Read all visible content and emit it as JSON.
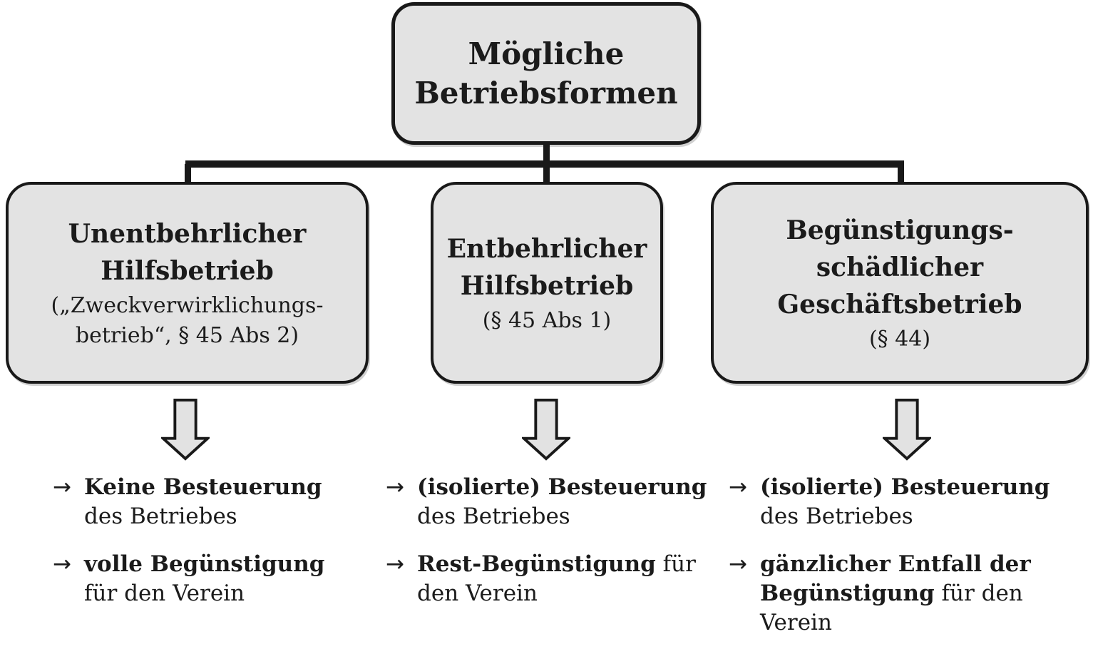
{
  "root": {
    "title": "Mögliche\nBetriebsformen"
  },
  "nodes": [
    {
      "title": "Unentbehrlicher\nHilfsbetrieb",
      "subtitle": "(„Zweckverwirklichungs-\nbetrieb“, § 45 Abs 2)"
    },
    {
      "title": "Entbehrlicher\nHilfsbetrieb",
      "subtitle": "(§ 45 Abs 1)"
    },
    {
      "title": "Begünstigungs-\nschädlicher\nGeschäftsbetrieb",
      "subtitle": "(§ 44)"
    }
  ],
  "columns": [
    {
      "bullets": [
        {
          "lines": [
            {
              "b": "Keine Besteuerung",
              "r": ""
            },
            {
              "b": "",
              "r": "des Betriebes"
            }
          ]
        },
        {
          "lines": [
            {
              "b": "volle Begünstigung",
              "r": ""
            },
            {
              "b": "",
              "r": "für den Verein"
            }
          ]
        }
      ]
    },
    {
      "bullets": [
        {
          "lines": [
            {
              "b": "(isolierte) Besteuerung",
              "r": ""
            },
            {
              "b": "",
              "r": "des Betriebes"
            }
          ]
        },
        {
          "lines": [
            {
              "b": "Rest-Begünstigung",
              "r": " für"
            },
            {
              "b": "",
              "r": "den Verein"
            }
          ]
        }
      ]
    },
    {
      "bullets": [
        {
          "lines": [
            {
              "b": "(isolierte) Besteuerung",
              "r": ""
            },
            {
              "b": "",
              "r": "des Betriebes"
            }
          ]
        },
        {
          "lines": [
            {
              "b": "gänzlicher Entfall der",
              "r": ""
            },
            {
              "b": "Begünstigung",
              "r": " für den"
            },
            {
              "b": "",
              "r": "Verein"
            }
          ]
        }
      ]
    }
  ],
  "icons": {
    "bullet_arrow": "→",
    "down_arrow": "down-block-arrow"
  },
  "colors": {
    "background": "#ffffff",
    "box_fill": "#e3e3e3",
    "box_border": "#191919",
    "arrow_fill": "#e2e2e2",
    "connector": "#191919",
    "text": "#1b1b1b"
  }
}
